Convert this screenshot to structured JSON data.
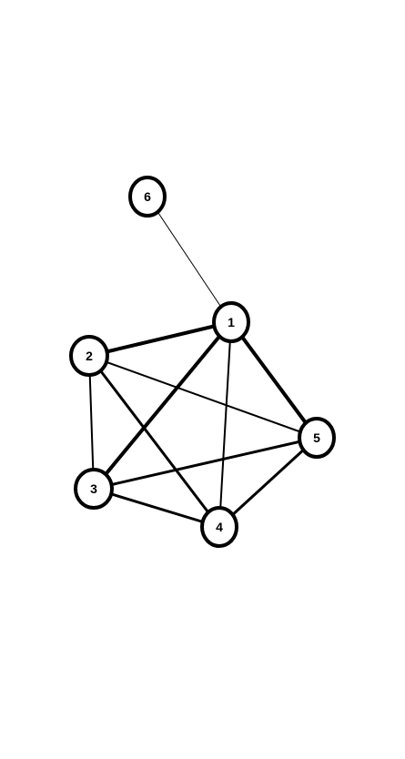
{
  "graph": {
    "nodes": [
      {
        "id": "1",
        "label": "1"
      },
      {
        "id": "2",
        "label": "2"
      },
      {
        "id": "3",
        "label": "3"
      },
      {
        "id": "4",
        "label": "4"
      },
      {
        "id": "5",
        "label": "5"
      },
      {
        "id": "6",
        "label": "6"
      }
    ],
    "edges": [
      {
        "source": "6",
        "target": "1",
        "weight": "thin"
      },
      {
        "source": "2",
        "target": "1",
        "weight": "bold"
      },
      {
        "source": "3",
        "target": "1",
        "weight": "bold"
      },
      {
        "source": "4",
        "target": "1",
        "weight": "normal"
      },
      {
        "source": "5",
        "target": "1",
        "weight": "bold"
      },
      {
        "source": "2",
        "target": "3",
        "weight": "normal"
      },
      {
        "source": "2",
        "target": "4",
        "weight": "medium"
      },
      {
        "source": "2",
        "target": "5",
        "weight": "normal"
      },
      {
        "source": "3",
        "target": "4",
        "weight": "medium"
      },
      {
        "source": "3",
        "target": "5",
        "weight": "medium"
      },
      {
        "source": "4",
        "target": "5",
        "weight": "medium"
      }
    ],
    "colors": {
      "background": "#ffffff",
      "stroke": "#000000",
      "node_fill": "#ffffff"
    }
  }
}
